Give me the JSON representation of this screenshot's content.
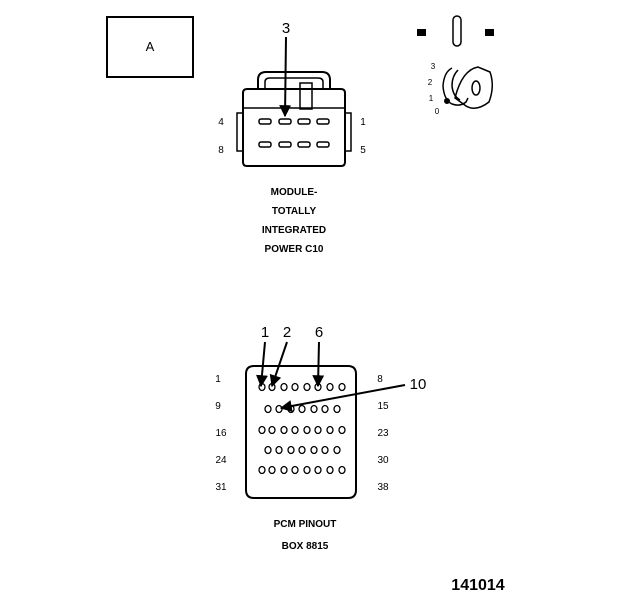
{
  "view_label": "A",
  "module_connector": {
    "callout": "3",
    "pin_labels": {
      "top_left": "4",
      "top_right": "1",
      "bottom_left": "8",
      "bottom_right": "5"
    },
    "caption": [
      "MODULE-",
      "TOTALLY",
      "INTEGRATED",
      "POWER C10"
    ]
  },
  "ignition_key": {
    "positions": [
      "3",
      "2",
      "1",
      "0"
    ]
  },
  "pcm_connector": {
    "callouts": [
      "1",
      "2",
      "6",
      "10"
    ],
    "row_left_labels": [
      "1",
      "9",
      "16",
      "24",
      "31"
    ],
    "row_right_labels": [
      "8",
      "15",
      "23",
      "30",
      "38"
    ],
    "caption": [
      "PCM PINOUT",
      "BOX 8815"
    ]
  },
  "figure_id": "141014"
}
